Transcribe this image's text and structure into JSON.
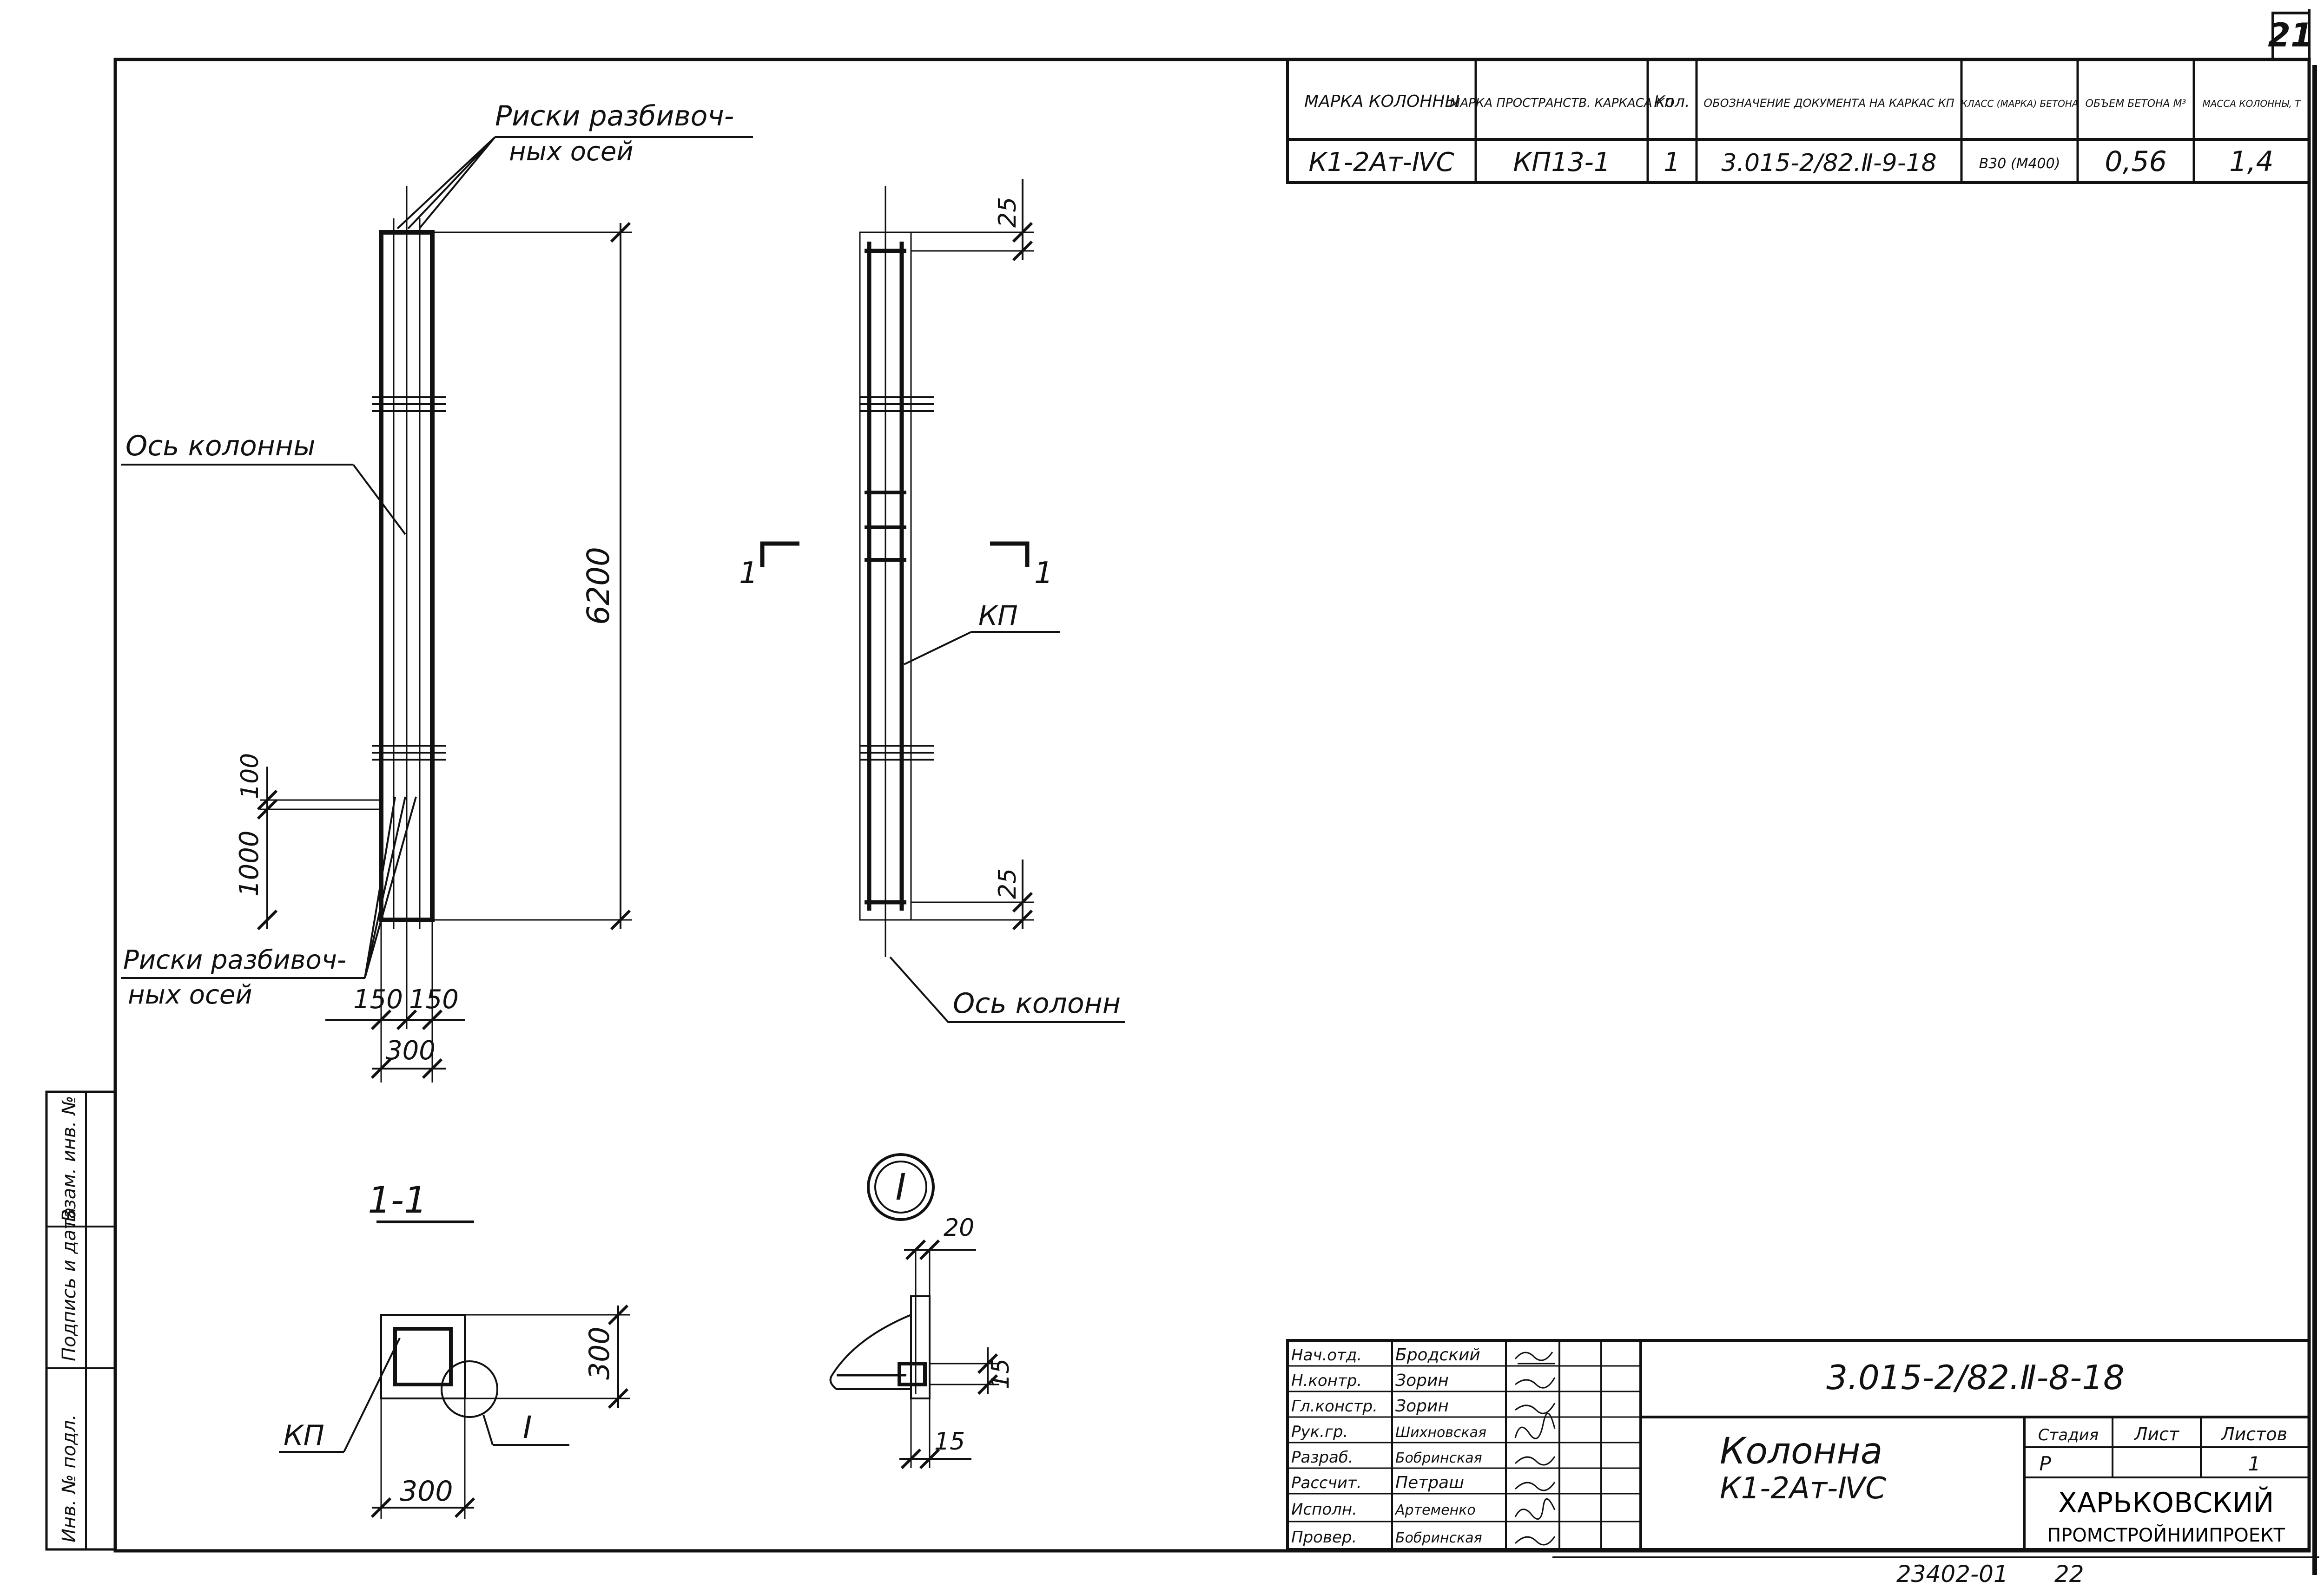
{
  "sheet": {
    "number": "21",
    "doc_code": "3.015-2/82.Ⅱ-8-18",
    "archive_number": "23402-01",
    "archive_sheet": "22"
  },
  "spec_table": {
    "headers": [
      "МАРКА КОЛОННЫ",
      "МАРКА ПРОСТРАНСТВ. КАРКАСА КП",
      "Кол.",
      "ОБОЗНАЧЕНИЕ ДОКУМЕНТА НА КАРКАС КП",
      "КЛАСС (МАРКА) БЕТОНА",
      "ОБЪЕМ БЕТОНА М³",
      "МАССА КОЛОННЫ, Т"
    ],
    "row": [
      "К1-2Ат-ⅣС",
      "КП13-1",
      "1",
      "3.015-2/82.Ⅱ-9-18",
      "В30 (М400)",
      "0,56",
      "1,4"
    ]
  },
  "view1": {
    "label_axis_marks_top": "Риски разбивоч-",
    "label_axis_marks_top2": "ных осей",
    "label_column_axis": "Ось колонны",
    "label_axis_marks_bottom": "Риски разбивоч-",
    "label_axis_marks_bottom2": "ных осей",
    "dim_height": "6200",
    "dim_100": "100",
    "dim_1000": "1000",
    "dim_150_left": "150",
    "dim_150_right": "150",
    "dim_300": "300"
  },
  "view2": {
    "section_mark_left": "1",
    "section_mark_right": "1",
    "label_kp": "КП",
    "dim_top": "25",
    "dim_bottom": "25",
    "label_column_axis": "Ось колонн"
  },
  "section11": {
    "title": "1-1",
    "label_kp": "КП",
    "label_detail": "I",
    "dim_width": "300",
    "dim_height": "300"
  },
  "detailI": {
    "title": "I",
    "dim_20": "20",
    "dim_15_right": "15",
    "dim_15_bottom": "15"
  },
  "side_stamp": [
    "Инв. № подл.",
    "Подпись и дата",
    "Взам. инв. №"
  ],
  "title_block": {
    "roles": [
      "Нач.отд.",
      "Н.контр.",
      "Гл.констр.",
      "Рук.гр.",
      "Разраб.",
      "Рассчит.",
      "Исполн.",
      "Провер."
    ],
    "names": [
      "Бродский",
      "Зорин",
      "Зорин",
      "Шихновская",
      "Бобринская",
      "Петраш",
      "Артеменко",
      "Бобринская"
    ],
    "drawing_name_line1": "Колонна",
    "drawing_name_line2": "К1-2Ат-ⅣС",
    "stage_header": "Стадия",
    "sheet_header": "Лист",
    "sheets_header": "Листов",
    "stage_value": "Р",
    "sheets_value": "1",
    "org_line1": "ХАРЬКОВСКИЙ",
    "org_line2": "ПРОМСТРОЙНИИПРОЕКТ"
  }
}
